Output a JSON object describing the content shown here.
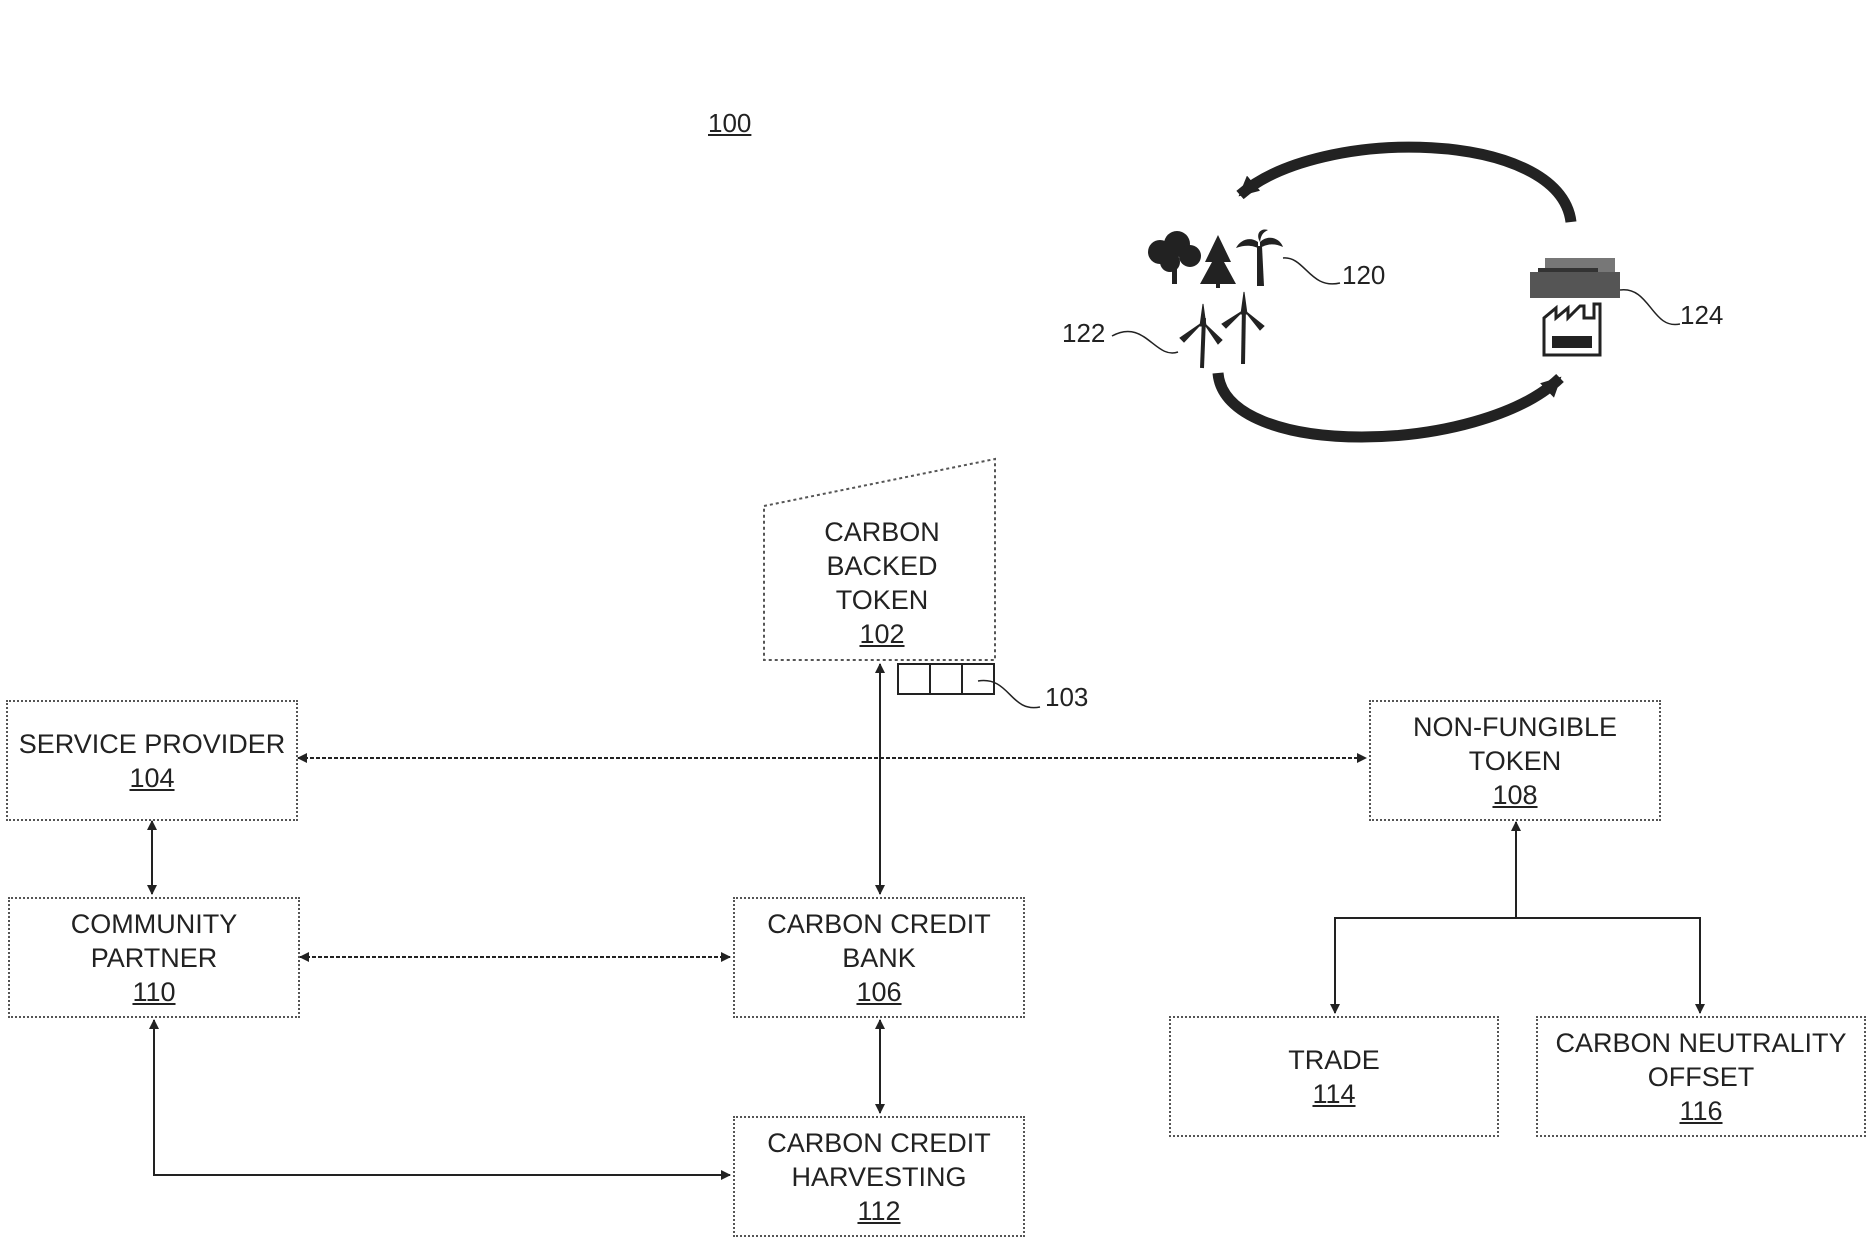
{
  "figure_ref": "100",
  "nodes": {
    "carbon_backed_token": {
      "label": "CARBON\nBACKED\nTOKEN",
      "ref": "102"
    },
    "token_ledger_ref": "103",
    "service_provider": {
      "label": "SERVICE PROVIDER",
      "ref": "104"
    },
    "non_fungible_token": {
      "label": "NON-FUNGIBLE\nTOKEN",
      "ref": "108"
    },
    "community_partner": {
      "label": "COMMUNITY\nPARTNER",
      "ref": "110"
    },
    "carbon_credit_bank": {
      "label": "CARBON CREDIT\nBANK",
      "ref": "106"
    },
    "carbon_credit_harvesting": {
      "label": "CARBON CREDIT\nHARVESTING",
      "ref": "112"
    },
    "trade": {
      "label": "TRADE",
      "ref": "114"
    },
    "carbon_neutrality_offset": {
      "label": "CARBON NEUTRALITY\nOFFSET",
      "ref": "116"
    }
  },
  "cycle": {
    "forest_ref": "120",
    "wind_ref": "122",
    "factory_ref": "124",
    "icons": [
      "tree-icon",
      "pine-tree-icon",
      "palm-tree-icon",
      "wind-turbine-icon",
      "factory-icon",
      "smoke-icon"
    ]
  },
  "edges": [
    {
      "from": "service_provider",
      "to": "non_fungible_token",
      "type": "bidirectional"
    },
    {
      "from": "carbon_backed_token",
      "to": "carbon_credit_bank",
      "type": "bidirectional"
    },
    {
      "from": "service_provider",
      "to": "community_partner",
      "type": "bidirectional"
    },
    {
      "from": "community_partner",
      "to": "carbon_credit_bank",
      "type": "bidirectional"
    },
    {
      "from": "carbon_credit_bank",
      "to": "carbon_credit_harvesting",
      "type": "bidirectional"
    },
    {
      "from": "community_partner",
      "to": "carbon_credit_harvesting",
      "type": "bidirectional"
    },
    {
      "from": "non_fungible_token",
      "to": "trade",
      "type": "branch"
    },
    {
      "from": "non_fungible_token",
      "to": "carbon_neutrality_offset",
      "type": "branch"
    }
  ]
}
